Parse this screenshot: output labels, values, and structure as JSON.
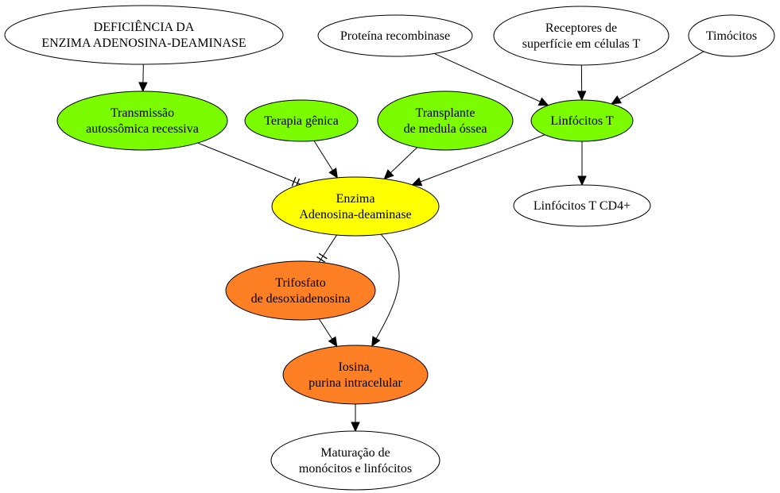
{
  "colors": {
    "white": "#ffffff",
    "green": "#7cfc00",
    "yellow": "#ffff00",
    "orange": "#ff7f24",
    "stroke": "#000000"
  },
  "nodes": {
    "deficiencia": {
      "lines": [
        "DEFICIÊNCIA DA",
        "ENZIMA ADENOSINA-DEAMINASE"
      ],
      "fill": "white"
    },
    "transmissao": {
      "lines": [
        "Transmissão",
        "autossômica recessiva"
      ],
      "fill": "green"
    },
    "terapia": {
      "lines": [
        "Terapia gênica"
      ],
      "fill": "green"
    },
    "transplante": {
      "lines": [
        "Transplante",
        "de medula óssea"
      ],
      "fill": "green"
    },
    "proteina": {
      "lines": [
        "Proteína recombinase"
      ],
      "fill": "white"
    },
    "receptores": {
      "lines": [
        "Receptores de",
        "superfície em células T"
      ],
      "fill": "white"
    },
    "timocitos": {
      "lines": [
        "Timócitos"
      ],
      "fill": "white"
    },
    "linfocitos_t": {
      "lines": [
        "Linfócitos T"
      ],
      "fill": "green"
    },
    "linfocitos_cd4": {
      "lines": [
        "Linfócitos T CD4+"
      ],
      "fill": "white"
    },
    "enzima": {
      "lines": [
        "Enzima",
        "Adenosina-deaminase"
      ],
      "fill": "yellow"
    },
    "trifosfato": {
      "lines": [
        "Trifosfato",
        "de desoxiadenosina"
      ],
      "fill": "orange"
    },
    "iosina": {
      "lines": [
        "Iosina,",
        "purina intracelular"
      ],
      "fill": "orange"
    },
    "maturacao": {
      "lines": [
        "Maturação de",
        "monócitos e linfócitos"
      ],
      "fill": "white"
    }
  },
  "edges": [
    {
      "from": "deficiencia",
      "to": "transmissao",
      "type": "arrow"
    },
    {
      "from": "transmissao",
      "to": "enzima",
      "type": "inhibit"
    },
    {
      "from": "terapia",
      "to": "enzima",
      "type": "arrow"
    },
    {
      "from": "transplante",
      "to": "enzima",
      "type": "arrow"
    },
    {
      "from": "proteina",
      "to": "linfocitos_t",
      "type": "arrow"
    },
    {
      "from": "receptores",
      "to": "linfocitos_t",
      "type": "arrow"
    },
    {
      "from": "timocitos",
      "to": "linfocitos_t",
      "type": "arrow"
    },
    {
      "from": "linfocitos_t",
      "to": "enzima",
      "type": "arrow"
    },
    {
      "from": "linfocitos_t",
      "to": "linfocitos_cd4",
      "type": "arrow"
    },
    {
      "from": "enzima",
      "to": "trifosfato",
      "type": "inhibit"
    },
    {
      "from": "enzima",
      "to": "iosina",
      "type": "arrow"
    },
    {
      "from": "trifosfato",
      "to": "iosina",
      "type": "arrow"
    },
    {
      "from": "iosina",
      "to": "maturacao",
      "type": "arrow"
    }
  ]
}
